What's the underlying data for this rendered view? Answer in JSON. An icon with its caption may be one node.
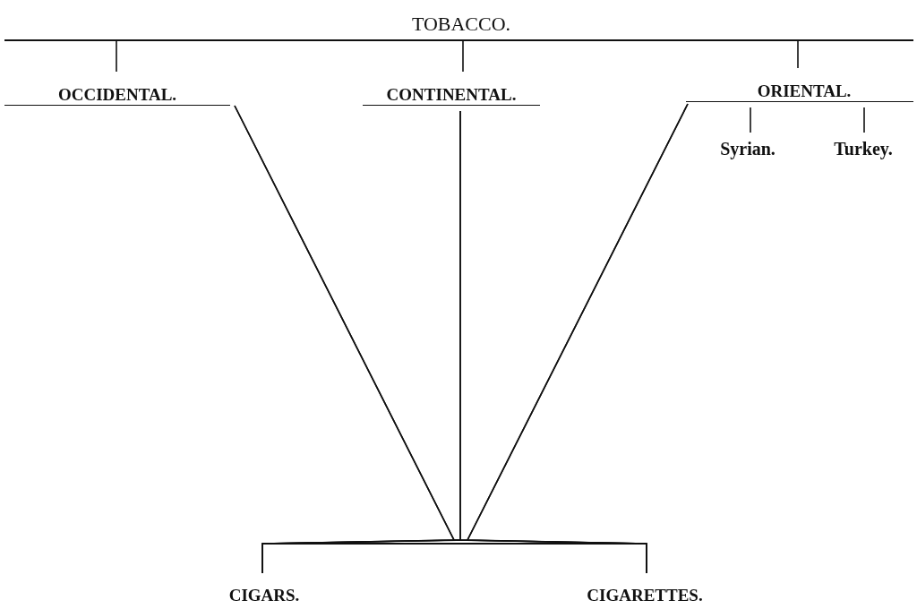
{
  "diagram": {
    "nodes": [
      {
        "text": [
          "TOBACCO."
        ]
      },
      {
        "text": [
          "OCCIDENTAL."
        ]
      },
      {
        "text": [
          "CONTINENTAL."
        ]
      },
      {
        "text": [
          "ORIENTAL."
        ]
      },
      {
        "text": [
          "Syrian."
        ]
      },
      {
        "text": [
          "Turkey."
        ]
      },
      {
        "text": [
          "CIGARS."
        ]
      },
      {
        "text": [
          "CIGARETTES."
        ]
      }
    ],
    "edges": [
      {
        "from": 0,
        "to": 1,
        "arrow": "none"
      },
      {
        "from": 0,
        "to": 2,
        "arrow": "none"
      },
      {
        "from": 0,
        "to": 3,
        "arrow": "none"
      },
      {
        "from": 3,
        "to": 4,
        "arrow": "none"
      },
      {
        "from": 3,
        "to": 5,
        "arrow": "none"
      },
      {
        "from": 1,
        "to": 6,
        "arrow": "none"
      },
      {
        "from": 1,
        "to": 7,
        "arrow": "none"
      },
      {
        "from": 2,
        "to": 6,
        "arrow": "none"
      },
      {
        "from": 2,
        "to": 7,
        "arrow": "none"
      },
      {
        "from": 3,
        "to": 6,
        "arrow": "none"
      },
      {
        "from": 3,
        "to": 7,
        "arrow": "none"
      }
    ]
  }
}
